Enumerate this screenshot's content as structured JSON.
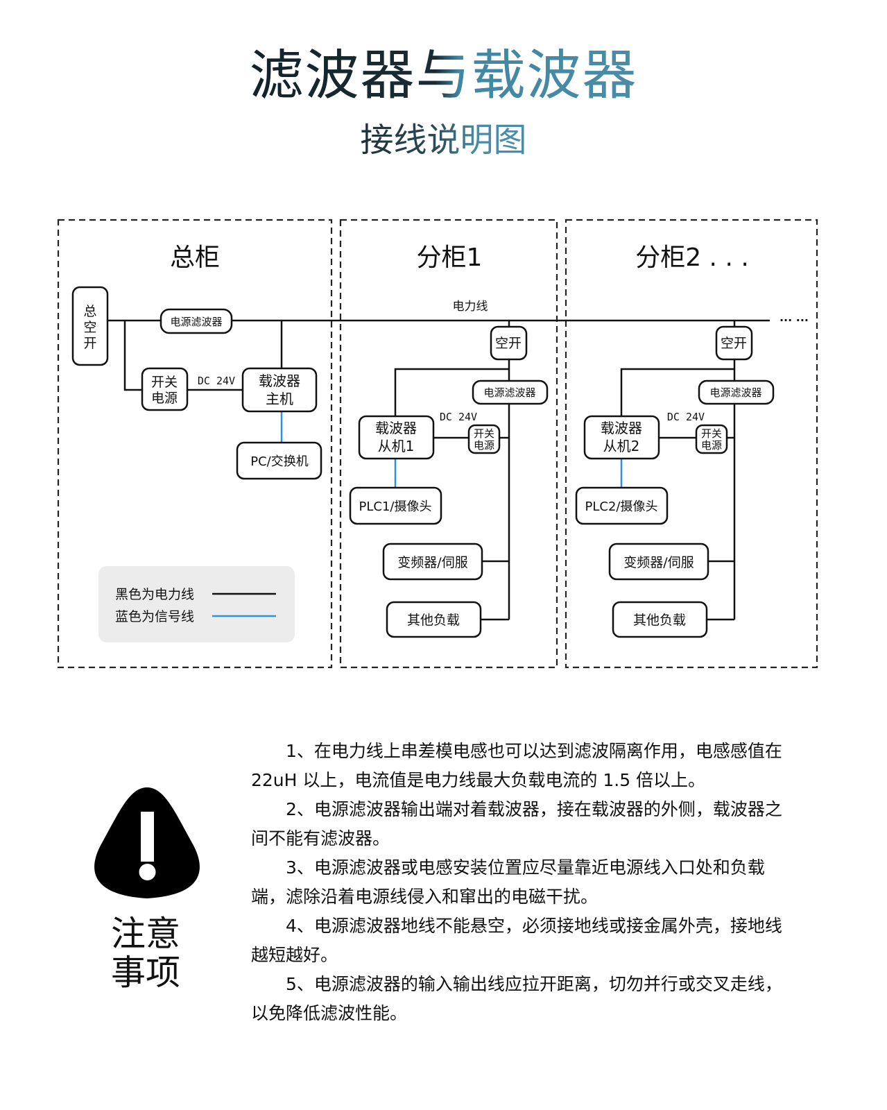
{
  "header": {
    "title": "滤波器与载波器",
    "subtitle": "接线说明图"
  },
  "diagram": {
    "power_line_label": "电力线",
    "continuation": "··· ···",
    "cabinets": [
      {
        "title": "总柜",
        "main_switch": "总空开",
        "main_switch_chars": [
          "总",
          "空",
          "开"
        ],
        "filter": "电源滤波器",
        "psu": [
          "开关",
          "电源"
        ],
        "dc_label": "DC 24V",
        "carrier": [
          "载波器",
          "主机"
        ],
        "device": "PC/交换机"
      },
      {
        "title": "分柜1",
        "breaker": "空开",
        "filter": "电源滤波器",
        "psu": [
          "开关",
          "电源"
        ],
        "dc_label": "DC 24V",
        "carrier": [
          "载波器",
          "从机1"
        ],
        "device": "PLC1/摄像头",
        "loads": [
          "变频器/伺服",
          "其他负载"
        ]
      },
      {
        "title": "分柜2 . . .",
        "breaker": "空开",
        "filter": "电源滤波器",
        "psu": [
          "开关",
          "电源"
        ],
        "dc_label": "DC 24V",
        "carrier": [
          "载波器",
          "从机2"
        ],
        "device": "PLC2/摄像头",
        "loads": [
          "变频器/伺服",
          "其他负载"
        ]
      }
    ],
    "legend": {
      "items": [
        {
          "label": "黑色为电力线",
          "color": "#111111"
        },
        {
          "label": "蓝色为信号线",
          "color": "#2f8fe0"
        }
      ]
    }
  },
  "notes": {
    "title_lines": [
      "注意",
      "事项"
    ],
    "icon": "warning-icon",
    "items": [
      "1、在电力线上串差模电感也可以达到滤波隔离作用，电感感值在 22uH 以上，电流值是电力线最大负载电流的 1.5 倍以上。",
      "2、电源滤波器输出端对着载波器，接在载波器的外侧，载波器之间不能有滤波器。",
      "3、电源滤波器或电感安装位置应尽量靠近电源线入口处和负载端，滤除沿着电源线侵入和窜出的电磁干扰。",
      "4、电源滤波器地线不能悬空，必须接地线或接金属外壳，接地线越短越好。",
      "5、电源滤波器的输入输出线应拉开距离，切勿并行或交叉走线，以免降低滤波性能。"
    ]
  },
  "colors": {
    "power_line": "#111111",
    "signal_line": "#2f8fe0",
    "legend_bg": "#ececec",
    "title_dark": "#12222a",
    "title_teal": "#4b8ca6"
  }
}
